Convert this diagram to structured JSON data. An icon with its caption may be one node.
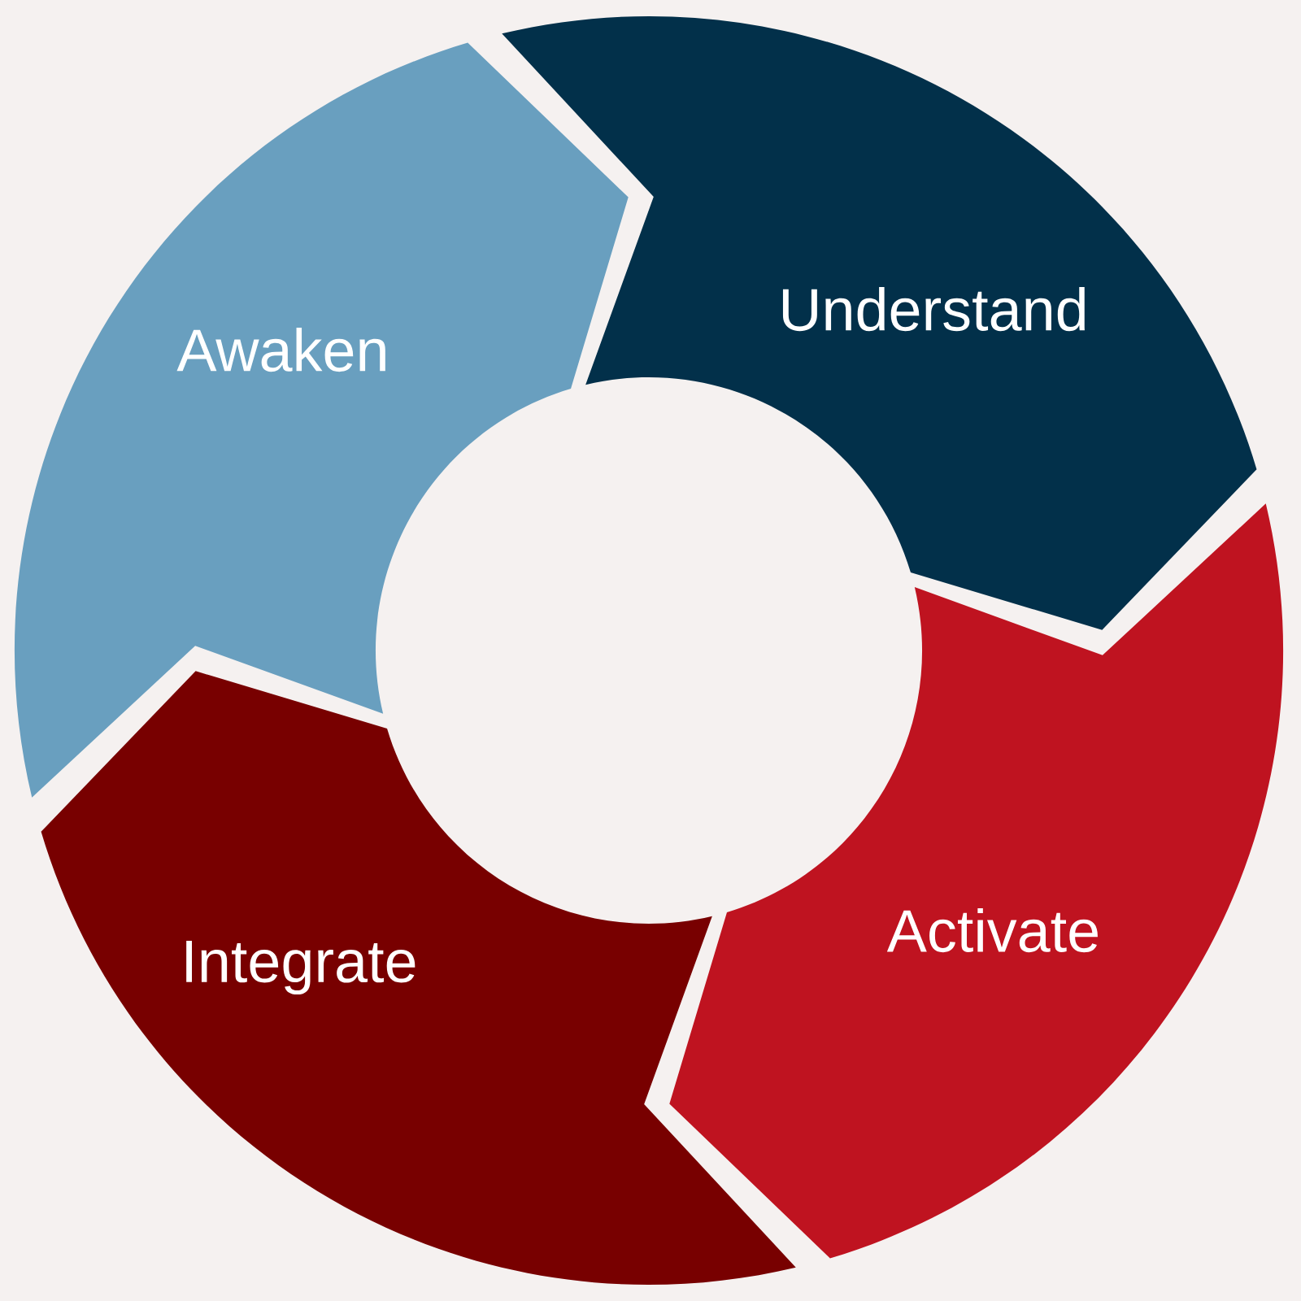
{
  "diagram": {
    "nodes": [
      {
        "text": [
          "Awaken"
        ]
      },
      {
        "text": [
          "Understand"
        ]
      },
      {
        "text": [
          "Activate"
        ]
      },
      {
        "text": [
          "Integrate"
        ]
      }
    ]
  }
}
